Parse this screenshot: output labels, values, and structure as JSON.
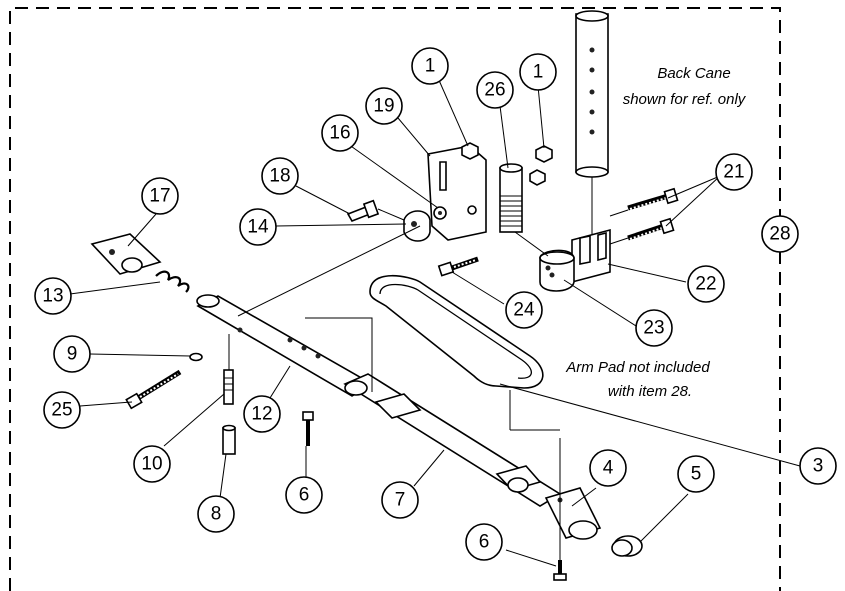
{
  "notes": {
    "back_cane_line1": "Back Cane",
    "back_cane_line2": "shown for ref. only",
    "arm_pad_line1": "Arm Pad not included",
    "arm_pad_line2": "with item 28."
  },
  "callouts": [
    {
      "id": "c1a",
      "label": "1"
    },
    {
      "id": "c1b",
      "label": "1"
    },
    {
      "id": "c26",
      "label": "26"
    },
    {
      "id": "c19",
      "label": "19"
    },
    {
      "id": "c16",
      "label": "16"
    },
    {
      "id": "c18",
      "label": "18"
    },
    {
      "id": "c14",
      "label": "14"
    },
    {
      "id": "c17",
      "label": "17"
    },
    {
      "id": "c13",
      "label": "13"
    },
    {
      "id": "c9",
      "label": "9"
    },
    {
      "id": "c25",
      "label": "25"
    },
    {
      "id": "c12",
      "label": "12"
    },
    {
      "id": "c10",
      "label": "10"
    },
    {
      "id": "c8",
      "label": "8"
    },
    {
      "id": "c6a",
      "label": "6"
    },
    {
      "id": "c7",
      "label": "7"
    },
    {
      "id": "c6b",
      "label": "6"
    },
    {
      "id": "c4",
      "label": "4"
    },
    {
      "id": "c5",
      "label": "5"
    },
    {
      "id": "c3",
      "label": "3"
    },
    {
      "id": "c23",
      "label": "23"
    },
    {
      "id": "c24",
      "label": "24"
    },
    {
      "id": "c22",
      "label": "22"
    },
    {
      "id": "c21",
      "label": "21"
    },
    {
      "id": "c28",
      "label": "28"
    }
  ]
}
